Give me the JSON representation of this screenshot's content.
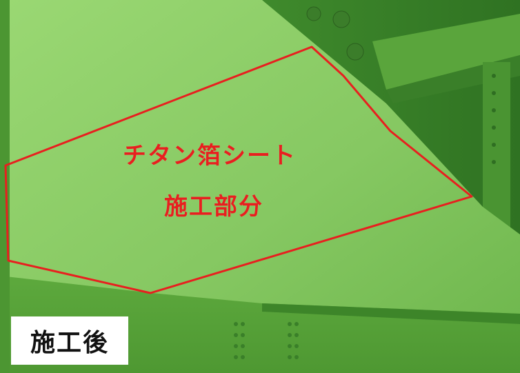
{
  "photo": {
    "subject": "green painted steel bridge girder bracket",
    "colors": {
      "paint_light": "#8fd06a",
      "paint_mid": "#67b446",
      "paint_dark": "#3f8a2c",
      "shadow": "#2d6b22",
      "highlight_outline": "#e81f1f"
    }
  },
  "callout": {
    "line1": "チタン箔シート",
    "line2": "施工部分",
    "color": "#e81f1f"
  },
  "label": {
    "text": "施工後"
  }
}
